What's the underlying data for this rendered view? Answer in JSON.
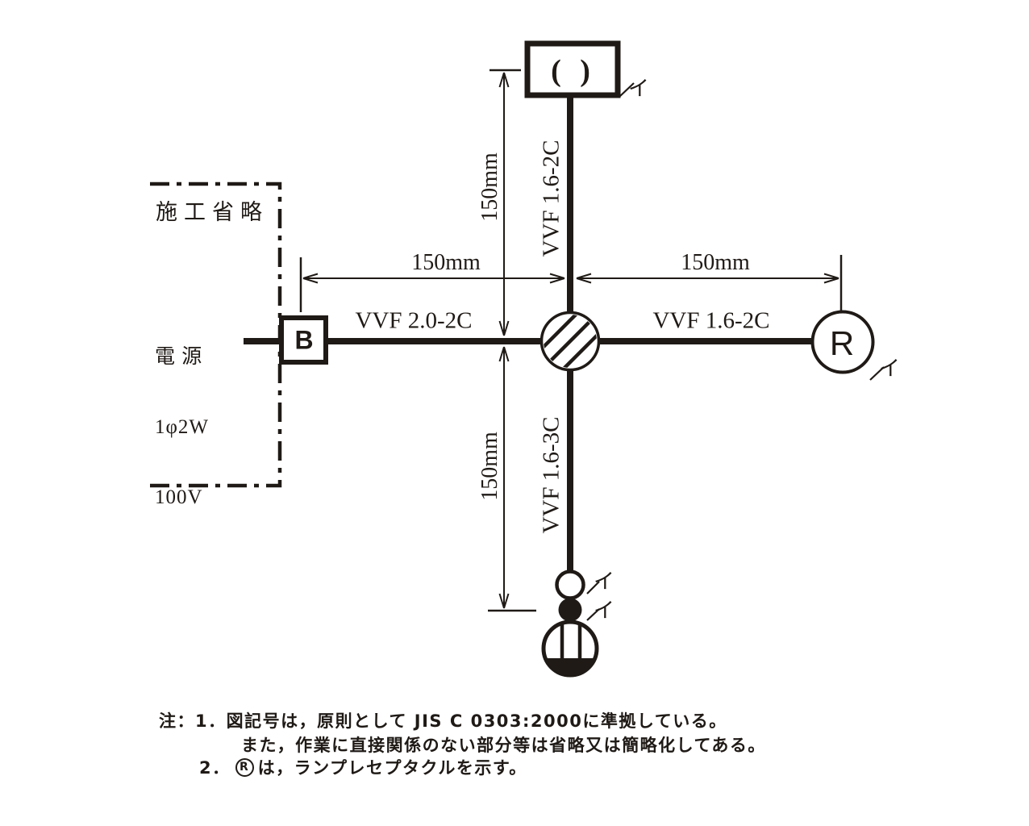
{
  "colors": {
    "ink": "#1f1a16",
    "paper": "#ffffff"
  },
  "diagram": {
    "omitted_region": {
      "label": "施工省略"
    },
    "power_source": {
      "line1": "電 源",
      "line2": "1φ2W",
      "line3": "100V"
    },
    "breaker": {
      "label": "B"
    },
    "ceiling_light": {
      "symbol": "( )",
      "mark": "イ"
    },
    "lamp_receptacle": {
      "label": "R",
      "mark": "イ"
    },
    "pilot_lamp": {
      "mark": "イ"
    },
    "switch": {
      "mark": "イ"
    },
    "cables": {
      "top": "VVF 1.6-2C",
      "left": "VVF 2.0-2C",
      "right": "VVF 1.6-2C",
      "bottom": "VVF 1.6-3C"
    },
    "dimensions": {
      "top": "150mm",
      "left": "150mm",
      "right": "150mm",
      "bottom": "150mm"
    }
  },
  "notes": {
    "line1": "注：1．図記号は，原則として JIS C 0303:2000に準拠している。",
    "line2": "また，作業に直接関係のない部分等は省略又は簡略化してある。",
    "line3_prefix": "2．",
    "line3_symbol": "R",
    "line3_text": "は，ランプレセプタクルを示す。"
  }
}
